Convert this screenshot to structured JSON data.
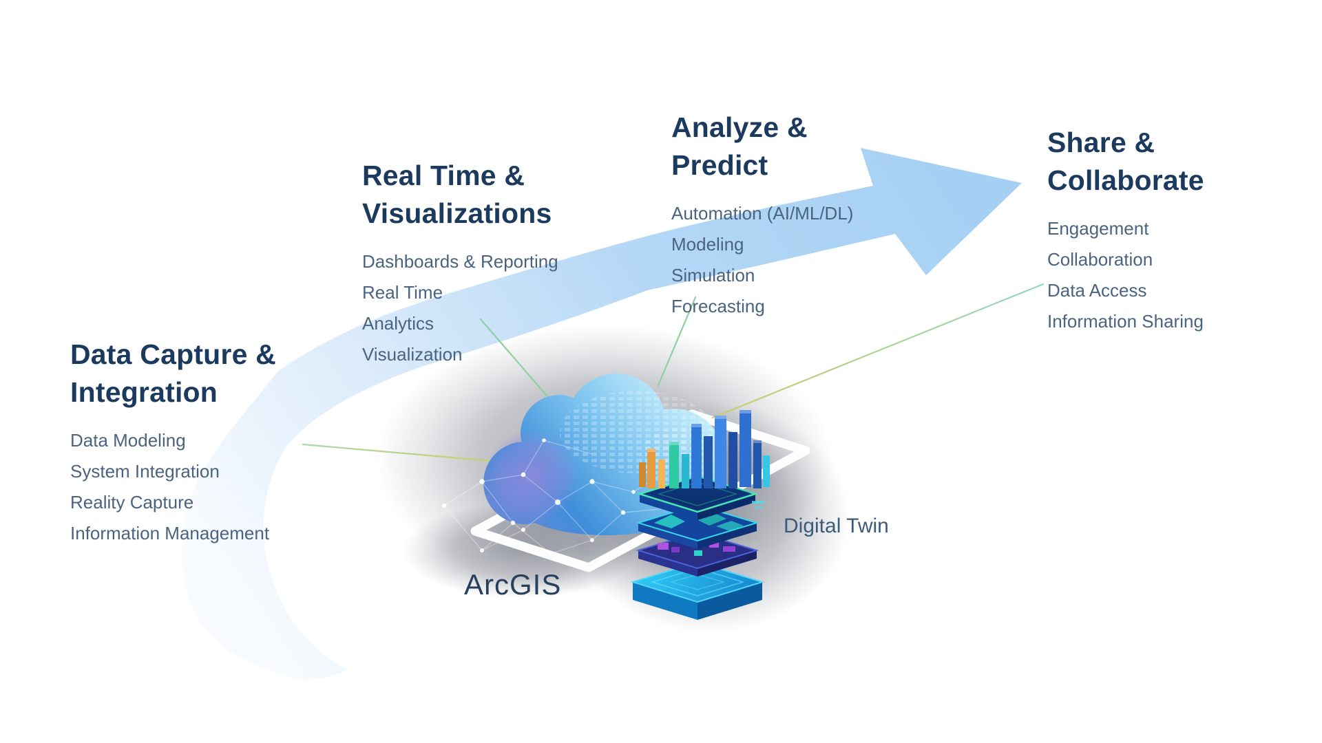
{
  "diagram": {
    "sections": [
      {
        "title_lines": [
          "Data Capture &",
          "Integration"
        ],
        "items": [
          "Data Modeling",
          "System Integration",
          "Reality Capture",
          "Information Management"
        ]
      },
      {
        "title_lines": [
          "Real Time &",
          "Visualizations"
        ],
        "items": [
          "Dashboards & Reporting",
          "Real Time",
          "Analytics",
          "Visualization"
        ]
      },
      {
        "title_lines": [
          "Analyze &",
          "Predict"
        ],
        "items": [
          "Automation (AI/ML/DL)",
          "Modeling",
          "Simulation",
          "Forecasting"
        ]
      },
      {
        "title_lines": [
          "Share &",
          "Collaborate"
        ],
        "items": [
          "Engagement",
          "Collaboration",
          "Data Access",
          "Information Sharing"
        ]
      }
    ],
    "center_labels": {
      "platform": "ArcGIS",
      "product": "Digital Twin"
    },
    "colors": {
      "background": "#ffffff",
      "arrow_blue": "#a9d2f3",
      "arrow_tail": "#f6fafd",
      "heading_text": "#1b3a5e",
      "item_text": "#4a6380",
      "arcgis_label_text": "#27415c",
      "digital_twin_label_text": "#3d5a7a",
      "connector_green": "#8fd0a0",
      "connector_yellow": "#c9cf6a",
      "cloud_blue": "#5aaae4",
      "cloud_purple": "#9288dc",
      "stack_teal": "#3fe0b0",
      "stack_cyan": "#2ec8f4",
      "stack_magenta": "#b052e0",
      "city_orange": "#e59b40"
    }
  }
}
